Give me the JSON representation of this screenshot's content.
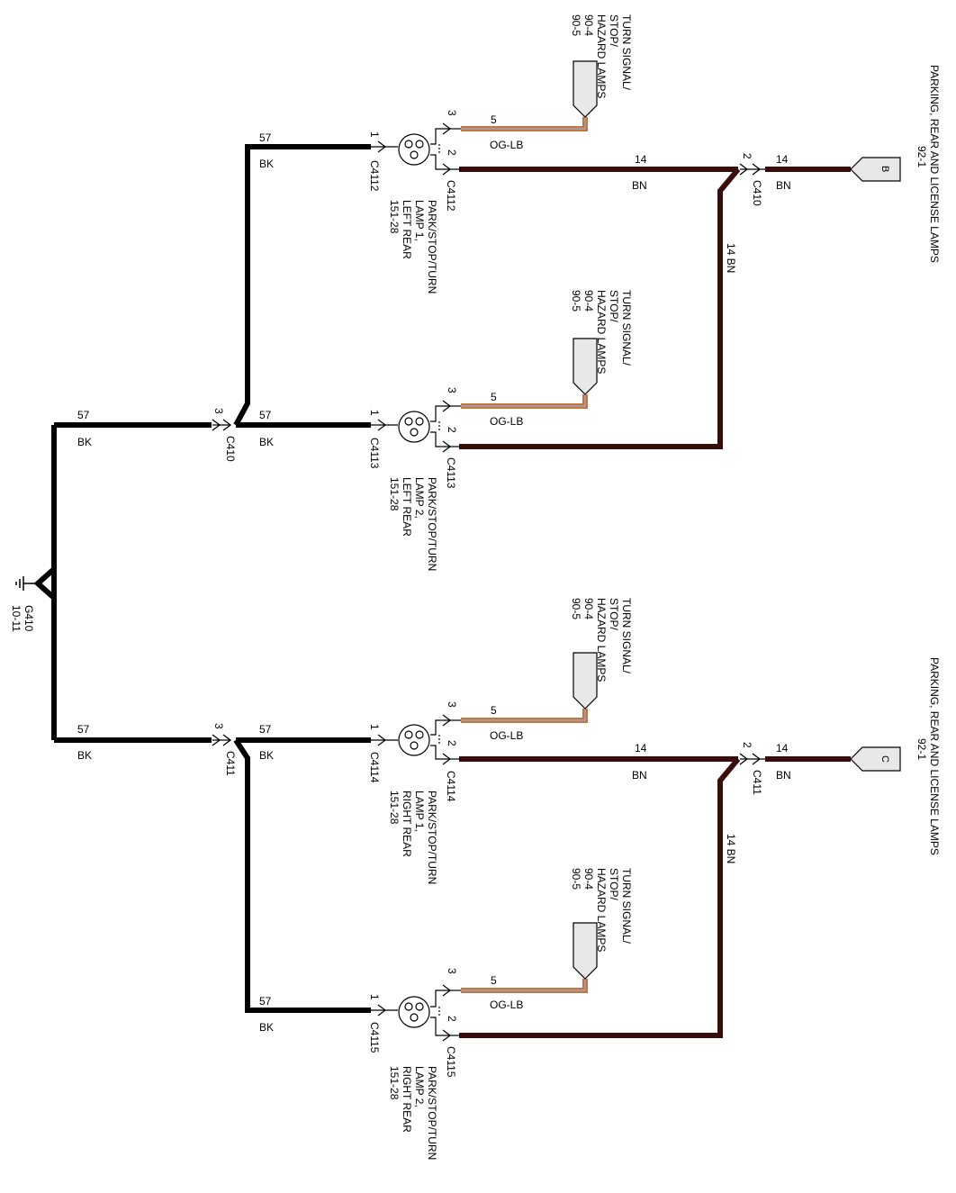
{
  "colors": {
    "bk": "#000000",
    "bn": "#3a0d0d",
    "og": "#c8743a",
    "lb": "#8ab4e8",
    "fill": "#e8e8e8"
  },
  "wires": {
    "bk_gauge": "57",
    "bk_code": "BK",
    "bn_gauge": "14",
    "bn_code": "BN",
    "bn_vertical": "14  BN",
    "og_gauge": "5",
    "og_code": "OG-LB"
  },
  "pins": {
    "p1": "1",
    "p2": "2",
    "p3": "3"
  },
  "ground": {
    "id": "G410",
    "ref": "10-11"
  },
  "splices": [
    {
      "id": "C410",
      "pin": "2"
    },
    {
      "id": "C411",
      "pin": "2"
    }
  ],
  "ground_splices": [
    {
      "id": "C410",
      "pin": "3"
    },
    {
      "id": "C411",
      "pin": "3"
    }
  ],
  "lamps": [
    {
      "connector": "C4112",
      "lines": [
        "PARK/STOP/TURN",
        "LAMP 1,",
        "LEFT REAR",
        "151-28"
      ]
    },
    {
      "connector": "C4113",
      "lines": [
        "PARK/STOP/TURN",
        "LAMP 2,",
        "LEFT REAR",
        "151-28"
      ]
    },
    {
      "connector": "C4114",
      "lines": [
        "PARK/STOP/TURN",
        "LAMP 1,",
        "RIGHT REAR",
        "151-28"
      ]
    },
    {
      "connector": "C4115",
      "lines": [
        "PARK/STOP/TURN",
        "LAMP 2,",
        "RIGHT REAR",
        "151-28"
      ]
    }
  ],
  "turn_ref": {
    "lines": [
      "TURN SIGNAL/",
      "STOP/",
      "HAZARD LAMPS",
      "90-4",
      "90-5"
    ]
  },
  "parking_refs": [
    {
      "letter": "B",
      "lines": [
        "PARKING, REAR AND LICENSE LAMPS",
        "92-1"
      ]
    },
    {
      "letter": "C",
      "lines": [
        "PARKING, REAR AND LICENSE LAMPS",
        "92-1"
      ]
    }
  ]
}
